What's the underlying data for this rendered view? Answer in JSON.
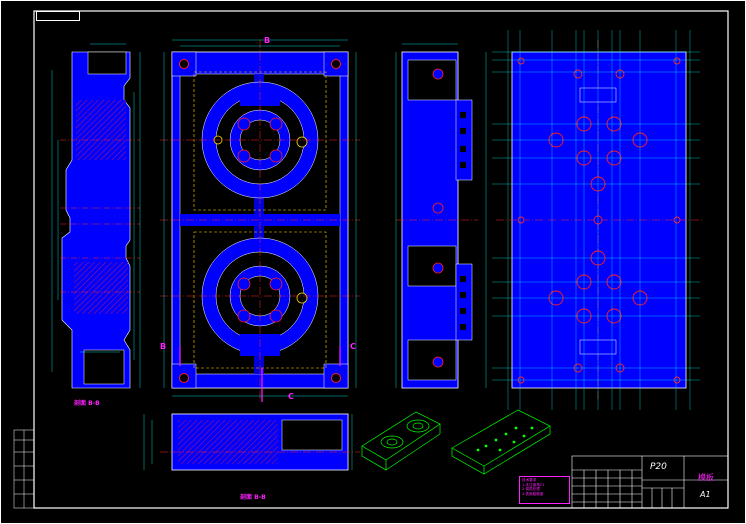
{
  "drawing": {
    "part_code": "P20",
    "title": "模板",
    "sheet_size": "A1",
    "section_labels": [
      "剖面 B-B",
      "剖面 B-B"
    ],
    "cut_marks": [
      "B",
      "B",
      "C",
      "C"
    ],
    "notes": [
      "技术要求",
      "1.未注倒角C1",
      "2.调质处理",
      "3.表面粗糙度"
    ]
  },
  "colors": {
    "background": "#000000",
    "outline": "#ffffff",
    "body": "#0000ff",
    "hatch": "#ff2020",
    "center": "#ff2020",
    "hidden": "#ffd700",
    "dim": "#00ffff",
    "green": "#00ff00",
    "magenta": "#ff1fff",
    "hole": "#ff2020"
  }
}
